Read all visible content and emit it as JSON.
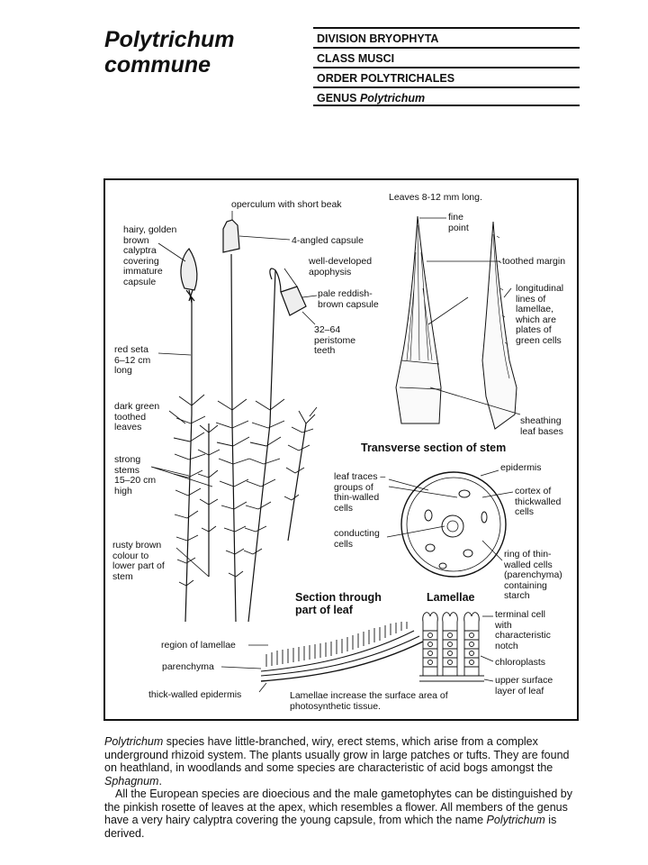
{
  "title": {
    "line1": "Polytrichum",
    "line2": "commune"
  },
  "taxonomy": {
    "division": "DIVISION BRYOPHYTA",
    "class": "CLASS MUSCI",
    "order": "ORDER POLYTRICHALES",
    "genus_prefix": "GENUS",
    "genus_name": "Polytrichum"
  },
  "plant_labels": {
    "operculum": "operculum with short beak",
    "calyptra": "hairy, golden\nbrown\ncalyptra\ncovering\nimmature\ncapsule",
    "capsule4": "4-angled capsule",
    "apophysis": "well-developed\napophysis",
    "pale_capsule": "pale reddish-\nbrown capsule",
    "peristome": "32–64\nperistome\nteeth",
    "seta": "red seta\n6–12 cm\nlong",
    "leaves": "dark green\ntoothed\nleaves",
    "stems": "strong\nstems\n15–20 cm\nhigh",
    "rusty": "rusty brown\ncolour to\nlower part of\nstem"
  },
  "leaf_labels": {
    "size_note": "Leaves 8-12 mm long.",
    "fine_point": "fine\npoint",
    "toothed_margin": "toothed margin",
    "lamellae_lines": "longitudinal\nlines of\nlamellae,\nwhich are\nplates of\ngreen cells",
    "sheathing": "sheathing\nleaf bases"
  },
  "stem_section": {
    "heading": "Transverse section of stem",
    "epidermis": "epidermis",
    "leaf_traces": "leaf traces –\ngroups of\nthin-walled\ncells",
    "cortex": "cortex of\nthickwalled\ncells",
    "conducting": "conducting\ncells",
    "ring": "ring of thin-\nwalled cells\n(parenchyma)\ncontaining\nstarch"
  },
  "leaf_section": {
    "heading": "Section through\npart of leaf",
    "lamellae_region": "region of lamellae",
    "parenchyma": "parenchyma",
    "epidermis": "thick-walled epidermis",
    "caption": "Lamellae increase the surface area of\nphotosynthetic tissue."
  },
  "lamellae": {
    "heading": "Lamellae",
    "terminal": "terminal cell\nwith\ncharacteristic\nnotch",
    "chloroplasts": "chloroplasts",
    "upper_surface": "upper surface\nlayer of leaf"
  },
  "description": {
    "p1_term": "Polytrichum",
    "p1_text": " species have little-branched, wiry, erect stems, which arise from a complex underground rhizoid system. The plants usually grow in large patches or tufts. They are found on heathland, in woodlands and some species are characteristic of acid bogs amongst the ",
    "p1_term2": "Sphagnum",
    "p1_end": ".",
    "p2_text": "All the European species are dioecious and the male gametophytes can be distinguished by the pinkish rosette of leaves at the apex, which resembles a flower. All members of the genus have a very hairy calyptra covering the young capsule, from which the name ",
    "p2_term": "Polytrichum",
    "p2_end": " is derived."
  }
}
